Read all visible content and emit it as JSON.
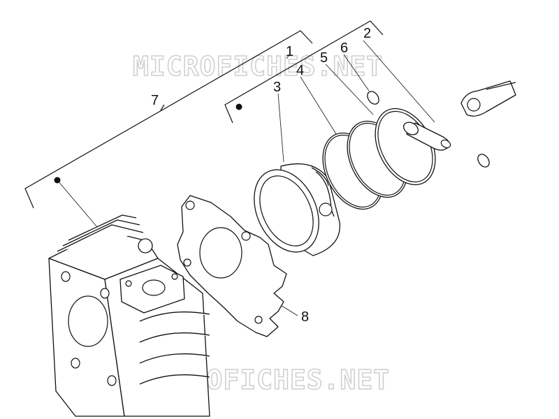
{
  "watermarks": [
    "MICROFICHES.NET",
    "MICROFICHES.NET"
  ],
  "callouts": [
    {
      "id": "1",
      "label": "1"
    },
    {
      "id": "2",
      "label": "2"
    },
    {
      "id": "3",
      "label": "3"
    },
    {
      "id": "4",
      "label": "4"
    },
    {
      "id": "5",
      "label": "5"
    },
    {
      "id": "6",
      "label": "6"
    },
    {
      "id": "7",
      "label": "7"
    },
    {
      "id": "8",
      "label": "8"
    }
  ]
}
